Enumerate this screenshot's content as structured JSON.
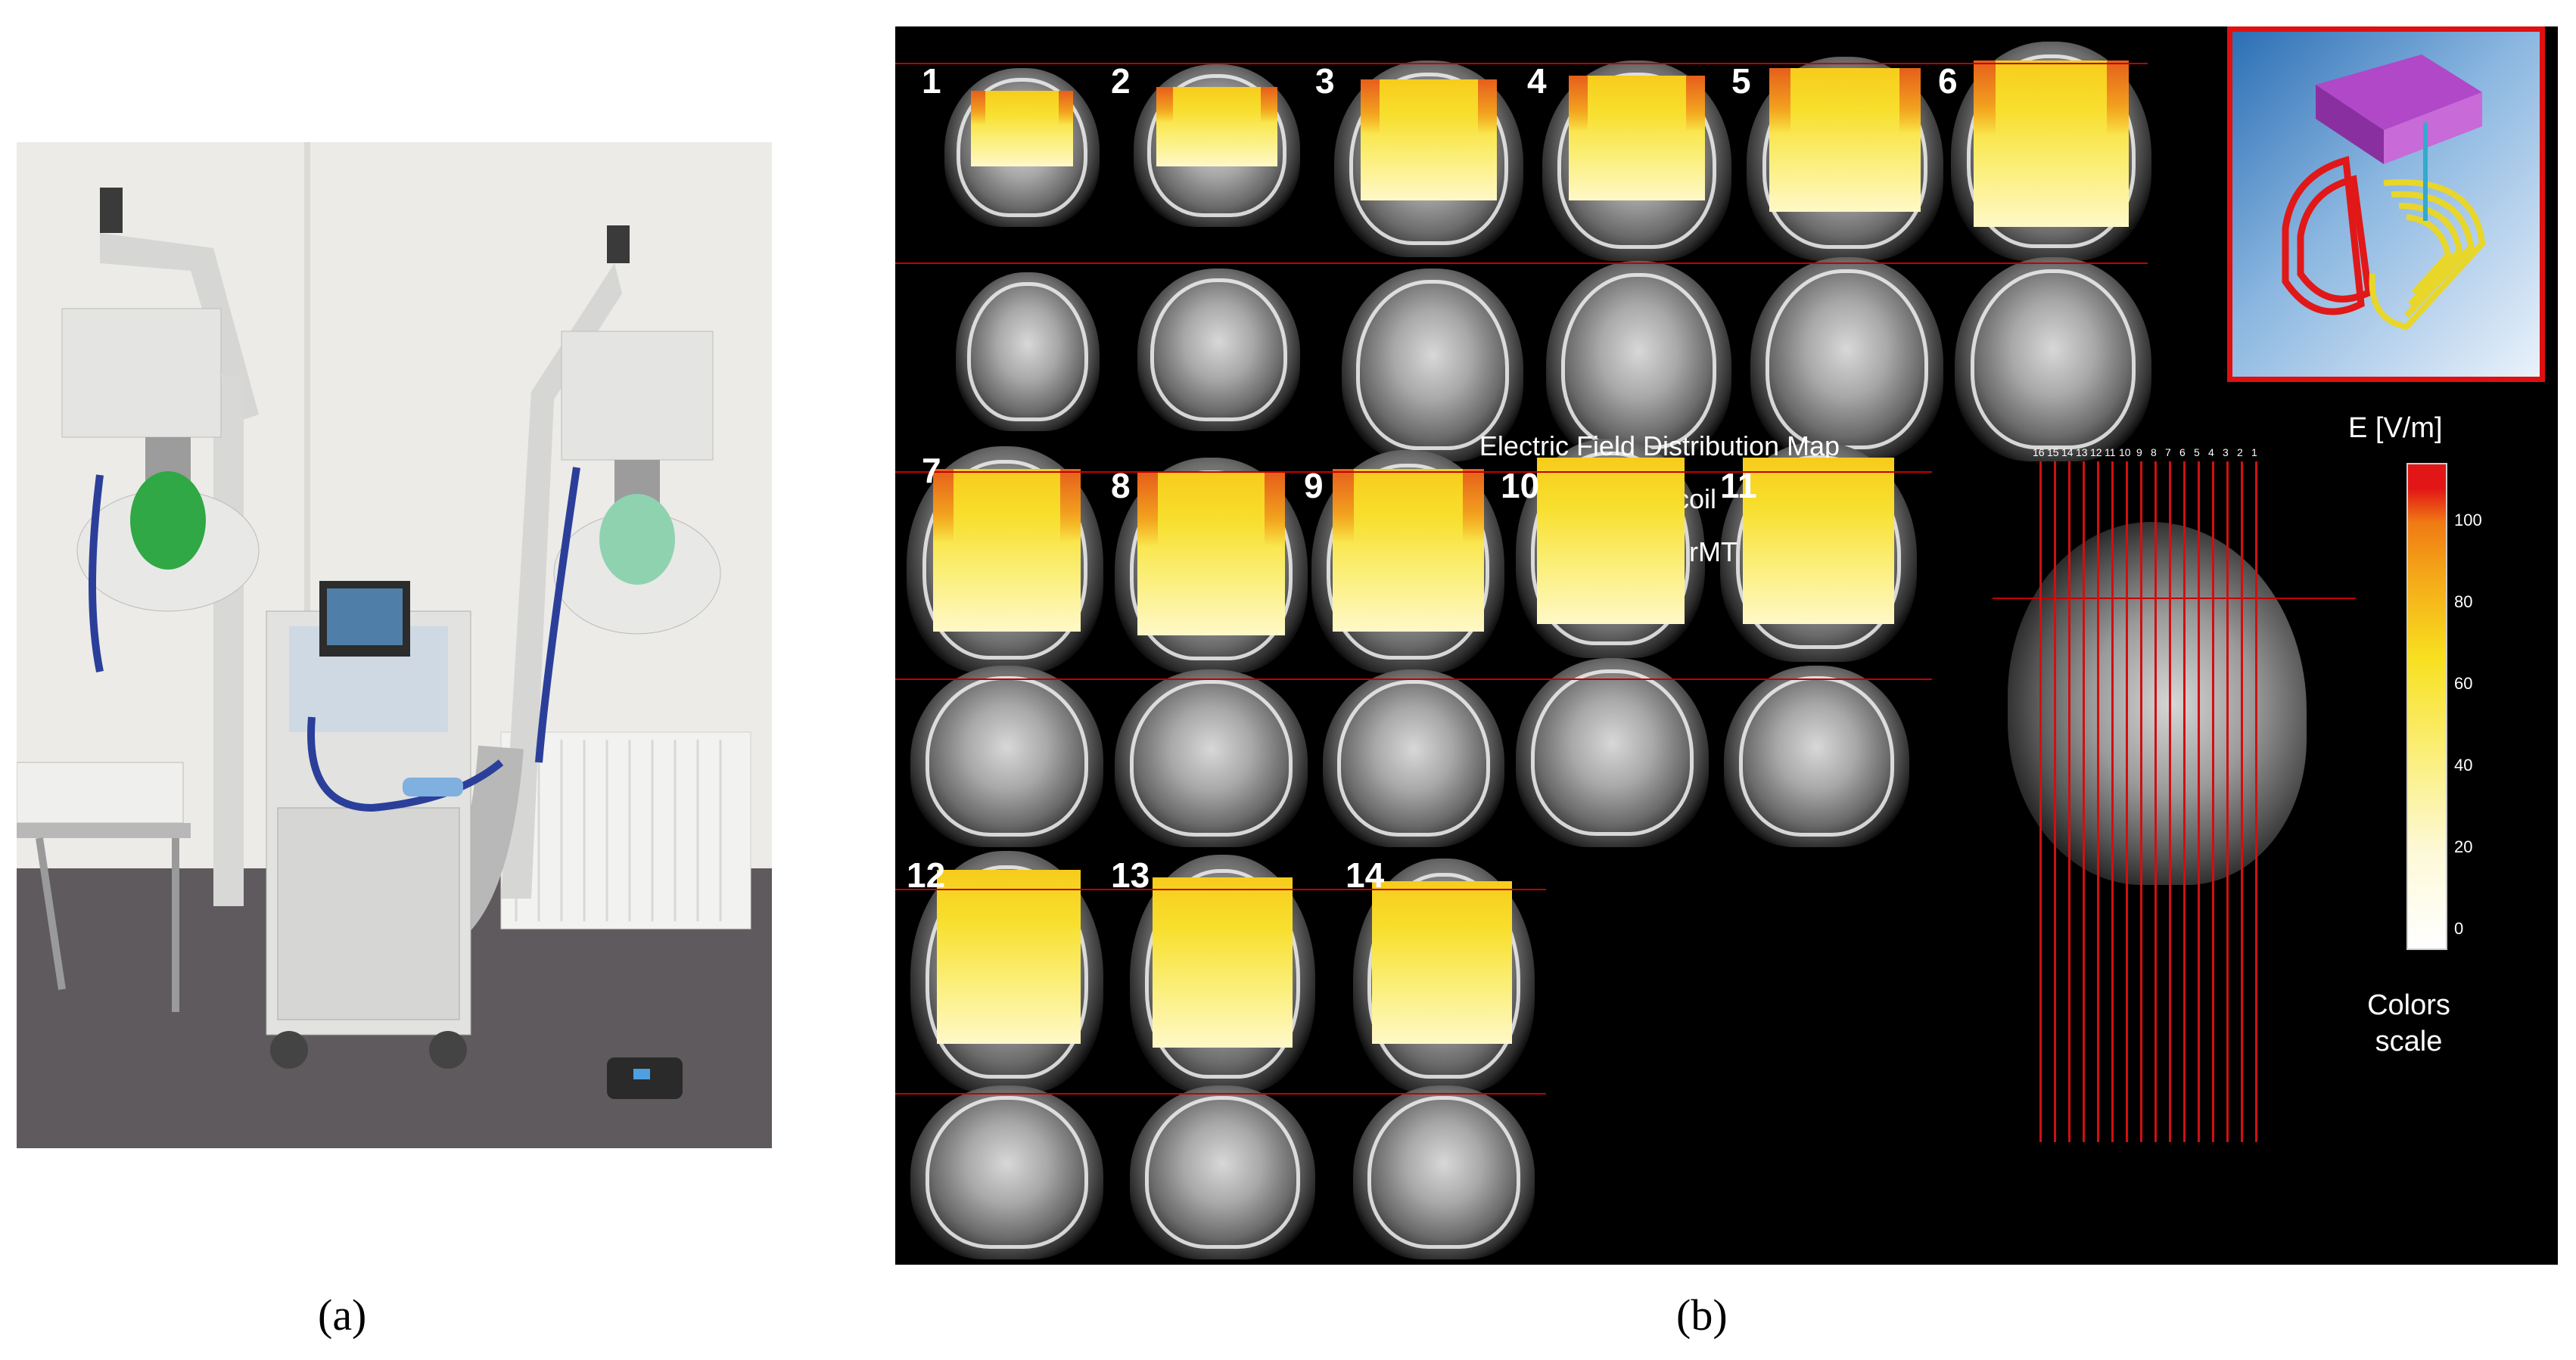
{
  "panel_labels": {
    "a": "(a)",
    "b": "(b)"
  },
  "panel_b": {
    "title_lines": [
      "Electric Field Distribution Map",
      "of H5 coil",
      "at 100% rMT"
    ],
    "slice_numbers": [
      "1",
      "2",
      "3",
      "4",
      "5",
      "6",
      "7",
      "8",
      "9",
      "10",
      "11",
      "12",
      "13",
      "14"
    ],
    "colorbar": {
      "title": "E [V/m]",
      "ticks": [
        "100",
        "80",
        "60",
        "40",
        "20",
        "0"
      ],
      "caption_lines": [
        "Colors",
        "scale"
      ],
      "colors": [
        "#e21616",
        "#f4a418",
        "#f8e020",
        "#fbef7a",
        "#ffffff"
      ]
    },
    "sagittal_numbers": [
      "16",
      "15",
      "14",
      "13",
      "12",
      "11",
      "10",
      "9",
      "8",
      "7",
      "6",
      "5",
      "4",
      "3",
      "2",
      "1"
    ]
  }
}
